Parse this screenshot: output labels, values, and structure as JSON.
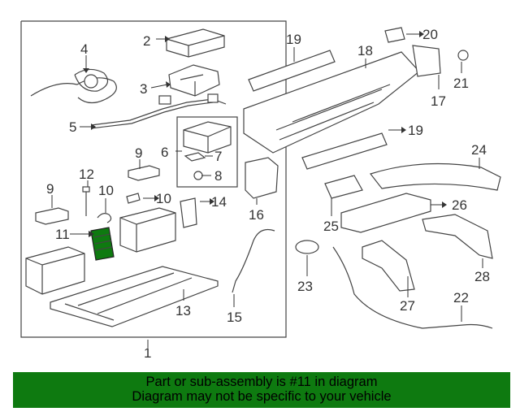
{
  "diagram": {
    "callouts": [
      {
        "id": "1",
        "label": "1"
      },
      {
        "id": "2",
        "label": "2"
      },
      {
        "id": "3",
        "label": "3"
      },
      {
        "id": "4",
        "label": "4"
      },
      {
        "id": "5",
        "label": "5"
      },
      {
        "id": "6",
        "label": "6"
      },
      {
        "id": "7",
        "label": "7"
      },
      {
        "id": "8",
        "label": "8"
      },
      {
        "id": "9a",
        "label": "9"
      },
      {
        "id": "9b",
        "label": "9"
      },
      {
        "id": "10a",
        "label": "10"
      },
      {
        "id": "10b",
        "label": "10"
      },
      {
        "id": "11",
        "label": "11"
      },
      {
        "id": "12",
        "label": "12"
      },
      {
        "id": "13",
        "label": "13"
      },
      {
        "id": "14",
        "label": "14"
      },
      {
        "id": "15",
        "label": "15"
      },
      {
        "id": "16",
        "label": "16"
      },
      {
        "id": "17",
        "label": "17"
      },
      {
        "id": "18",
        "label": "18"
      },
      {
        "id": "19a",
        "label": "19"
      },
      {
        "id": "19b",
        "label": "19"
      },
      {
        "id": "20",
        "label": "20"
      },
      {
        "id": "21",
        "label": "21"
      },
      {
        "id": "22",
        "label": "22"
      },
      {
        "id": "23",
        "label": "23"
      },
      {
        "id": "24",
        "label": "24"
      },
      {
        "id": "25",
        "label": "25"
      },
      {
        "id": "26",
        "label": "26"
      },
      {
        "id": "27",
        "label": "27"
      },
      {
        "id": "28",
        "label": "28"
      }
    ],
    "highlight_color": "#0e7a10"
  },
  "banner": {
    "line1": "Part or sub-assembly is #11 in diagram",
    "line2": "Diagram may not be specific to your vehicle",
    "background": "#0e7a10"
  }
}
